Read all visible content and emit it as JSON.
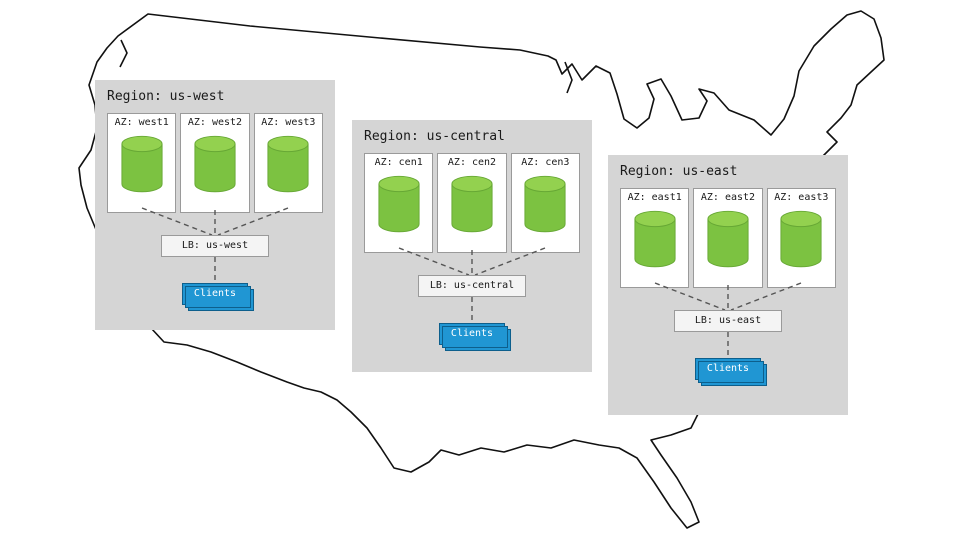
{
  "diagram": {
    "clients_label": "Clients"
  },
  "colors": {
    "region_background": "#d5d5d5",
    "az_background": "#ffffff",
    "az_border": "#9a9a9a",
    "cylinder_green": "#7cc241",
    "cylinder_green_top": "#93d14f",
    "lb_background": "#f4f4f4",
    "clients_blue": "#2096d3",
    "clients_border_blue": "#0d5f8c",
    "map_outline": "#111111",
    "connector_dash": "#555555"
  },
  "regions": [
    {
      "id": "us-west",
      "title": "Region: us-west",
      "azs": [
        {
          "label": "AZ: west1"
        },
        {
          "label": "AZ: west2"
        },
        {
          "label": "AZ: west3"
        }
      ],
      "lb_label": "LB: us-west",
      "clients_label": "Clients"
    },
    {
      "id": "us-central",
      "title": "Region: us-central",
      "azs": [
        {
          "label": "AZ: cen1"
        },
        {
          "label": "AZ: cen2"
        },
        {
          "label": "AZ: cen3"
        }
      ],
      "lb_label": "LB: us-central",
      "clients_label": "Clients"
    },
    {
      "id": "us-east",
      "title": "Region: us-east",
      "azs": [
        {
          "label": "AZ: east1"
        },
        {
          "label": "AZ: east2"
        },
        {
          "label": "AZ: east3"
        }
      ],
      "lb_label": "LB: us-east",
      "clients_label": "Clients"
    }
  ]
}
